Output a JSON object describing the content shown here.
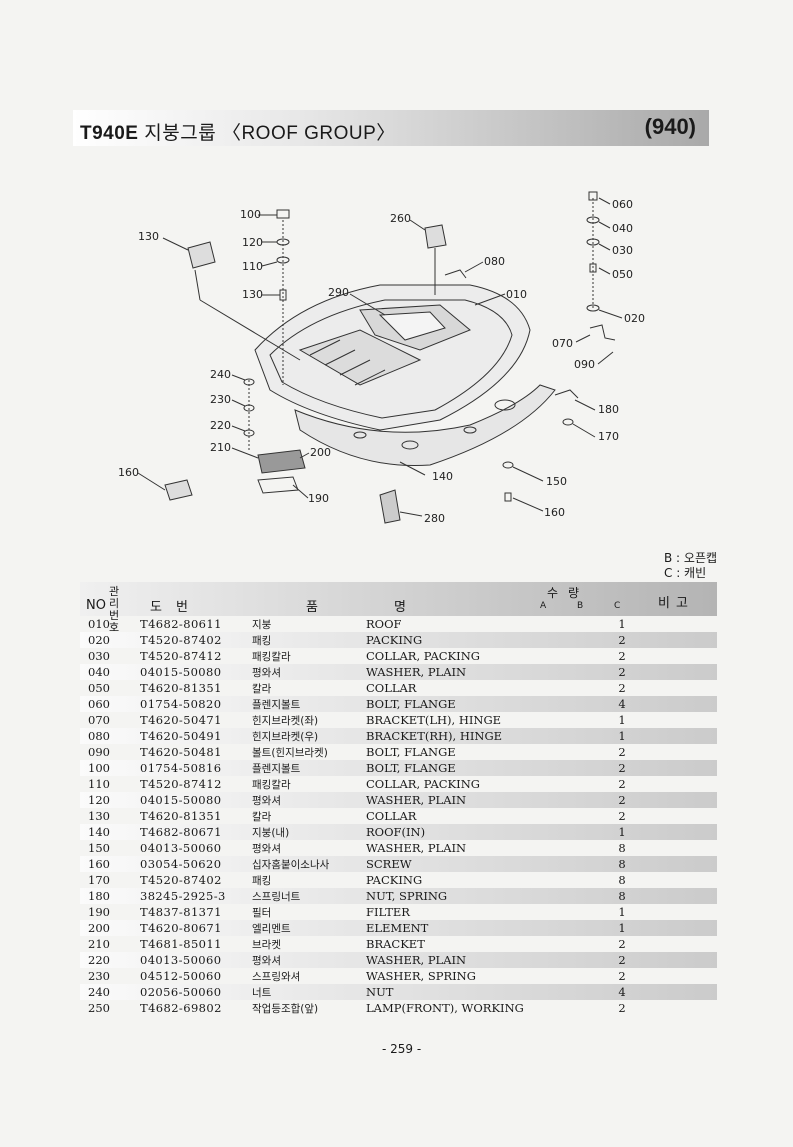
{
  "header": {
    "model": "T940E",
    "title": "지붕그룹 〈ROOF GROUP〉",
    "code": "(940)"
  },
  "callouts": [
    "100",
    "260",
    "130",
    "120",
    "110",
    "130",
    "290",
    "080",
    "010",
    "060",
    "040",
    "030",
    "050",
    "020",
    "070",
    "090",
    "240",
    "230",
    "220",
    "210",
    "200",
    "180",
    "170",
    "160",
    "190",
    "140",
    "150",
    "160",
    "280"
  ],
  "legend": {
    "b": "B : 오픈캡",
    "c": "C : 캐빈"
  },
  "table": {
    "headers": {
      "no": "NO",
      "mgmt": "관리번호",
      "drawing": "도번",
      "name_kor": "품",
      "name_eng": "명",
      "qty": "수량",
      "a": "A",
      "b": "B",
      "c": "C",
      "note": "비고"
    },
    "rows": [
      {
        "no": "010",
        "part": "T4682-80611",
        "kor": "지붕",
        "eng": "ROOF",
        "qty": "1"
      },
      {
        "no": "020",
        "part": "T4520-87402",
        "kor": "패킹",
        "eng": "PACKING",
        "qty": "2"
      },
      {
        "no": "030",
        "part": "T4520-87412",
        "kor": "패킹칼라",
        "eng": "COLLAR, PACKING",
        "qty": "2"
      },
      {
        "no": "040",
        "part": "04015-50080",
        "kor": "평와셔",
        "eng": "WASHER, PLAIN",
        "qty": "2"
      },
      {
        "no": "050",
        "part": "T4620-81351",
        "kor": "칼라",
        "eng": "COLLAR",
        "qty": "2"
      },
      {
        "no": "060",
        "part": "01754-50820",
        "kor": "플렌지볼트",
        "eng": "BOLT, FLANGE",
        "qty": "4"
      },
      {
        "no": "070",
        "part": "T4620-50471",
        "kor": "힌지브라켓(좌)",
        "eng": "BRACKET(LH), HINGE",
        "qty": "1"
      },
      {
        "no": "080",
        "part": "T4620-50491",
        "kor": "힌지브라켓(우)",
        "eng": "BRACKET(RH), HINGE",
        "qty": "1"
      },
      {
        "no": "090",
        "part": "T4620-50481",
        "kor": "볼트(힌지브라켓)",
        "eng": "BOLT, FLANGE",
        "qty": "2"
      },
      {
        "no": "100",
        "part": "01754-50816",
        "kor": "플렌지볼트",
        "eng": "BOLT, FLANGE",
        "qty": "2"
      },
      {
        "no": "110",
        "part": "T4520-87412",
        "kor": "패킹칼라",
        "eng": "COLLAR, PACKING",
        "qty": "2"
      },
      {
        "no": "120",
        "part": "04015-50080",
        "kor": "평와셔",
        "eng": "WASHER, PLAIN",
        "qty": "2"
      },
      {
        "no": "130",
        "part": "T4620-81351",
        "kor": "칼라",
        "eng": "COLLAR",
        "qty": "2"
      },
      {
        "no": "140",
        "part": "T4682-80671",
        "kor": "지붕(내)",
        "eng": "ROOF(IN)",
        "qty": "1"
      },
      {
        "no": "150",
        "part": "04013-50060",
        "kor": "평와셔",
        "eng": "WASHER, PLAIN",
        "qty": "8"
      },
      {
        "no": "160",
        "part": "03054-50620",
        "kor": "십자홈붙이소나사",
        "eng": "SCREW",
        "qty": "8"
      },
      {
        "no": "170",
        "part": "T4520-87402",
        "kor": "패킹",
        "eng": "PACKING",
        "qty": "8"
      },
      {
        "no": "180",
        "part": "38245-2925-3",
        "kor": "스프링너트",
        "eng": "NUT, SPRING",
        "qty": "8"
      },
      {
        "no": "190",
        "part": "T4837-81371",
        "kor": "필터",
        "eng": "FILTER",
        "qty": "1"
      },
      {
        "no": "200",
        "part": "T4620-80671",
        "kor": "엘리멘트",
        "eng": "ELEMENT",
        "qty": "1"
      },
      {
        "no": "210",
        "part": "T4681-85011",
        "kor": "브라켓",
        "eng": "BRACKET",
        "qty": "2"
      },
      {
        "no": "220",
        "part": "04013-50060",
        "kor": "평와셔",
        "eng": "WASHER, PLAIN",
        "qty": "2"
      },
      {
        "no": "230",
        "part": "04512-50060",
        "kor": "스프링와셔",
        "eng": "WASHER, SPRING",
        "qty": "2"
      },
      {
        "no": "240",
        "part": "02056-50060",
        "kor": "너트",
        "eng": "NUT",
        "qty": "4"
      },
      {
        "no": "250",
        "part": "T4682-69802",
        "kor": "작업등조합(앞)",
        "eng": "LAMP(FRONT), WORKING",
        "qty": "2"
      }
    ]
  },
  "page_number": "- 259 -"
}
